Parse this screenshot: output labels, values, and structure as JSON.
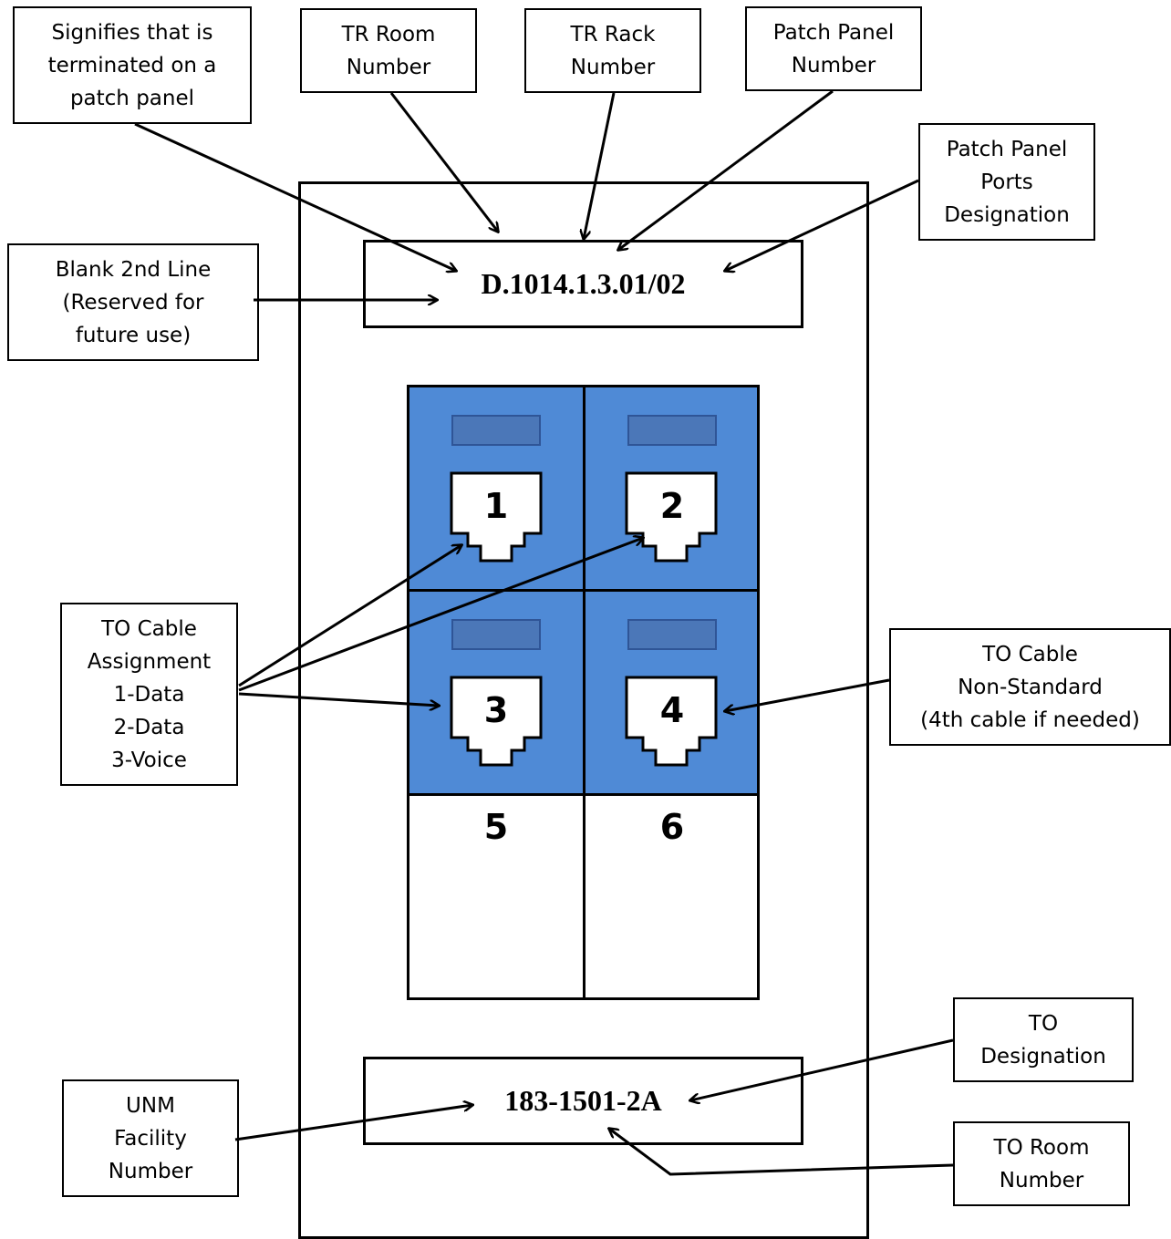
{
  "callouts": {
    "patch_panel_signifier": "Signifies that  is\nterminated on a\npatch panel",
    "tr_room": "TR Room\nNumber",
    "tr_rack": "TR Rack\nNumber",
    "patch_panel_number": "Patch Panel\nNumber",
    "patch_panel_ports": "Patch Panel\nPorts\nDesignation",
    "blank_second_line": "Blank 2nd Line\n(Reserved for\nfuture use)",
    "to_cable_assignment": "TO Cable\nAssignment\n1-Data\n2-Data\n3-Voice",
    "to_cable_nonstandard": "TO  Cable\nNon-Standard\n(4th cable if needed)",
    "to_designation": "TO\nDesignation",
    "unm_facility": "UNM\nFacility\nNumber",
    "to_room": "TO Room\nNumber"
  },
  "faceplate": {
    "top_label": "D.1014.1.3.01/02",
    "bottom_label": "183-1501-2A",
    "ports": [
      "1",
      "2",
      "3",
      "4",
      "5",
      "6"
    ]
  },
  "colors": {
    "port_fill": "#4f8ad6",
    "slot_fill": "#4b77b8"
  }
}
